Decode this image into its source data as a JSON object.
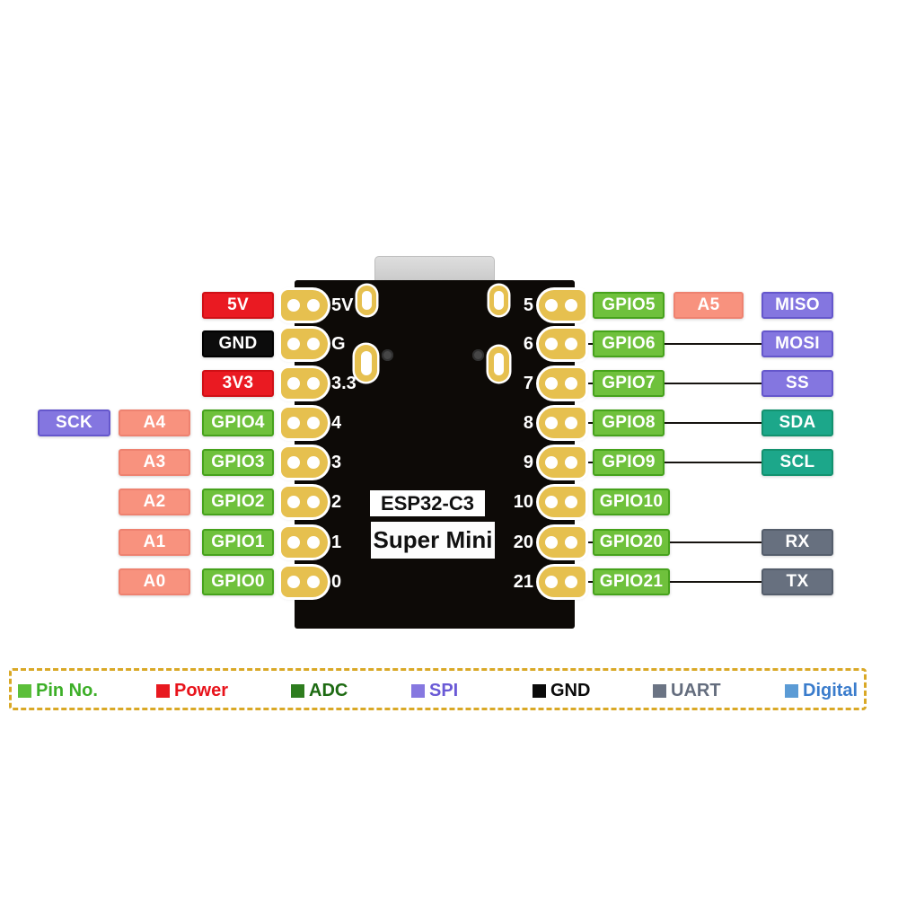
{
  "board": {
    "model": "ESP32-C3",
    "variant": "Super Mini"
  },
  "left_rows": [
    {
      "silk": "5V",
      "label": "5V",
      "type": "power"
    },
    {
      "silk": "G",
      "label": "GND",
      "type": "gnd"
    },
    {
      "silk": "3.3",
      "label": "3V3",
      "type": "power"
    },
    {
      "silk": "4",
      "label": "GPIO4",
      "type": "gpio",
      "analog": "A4",
      "bus": "SCK",
      "bus_type": "spi"
    },
    {
      "silk": "3",
      "label": "GPIO3",
      "type": "gpio",
      "analog": "A3"
    },
    {
      "silk": "2",
      "label": "GPIO2",
      "type": "gpio",
      "analog": "A2"
    },
    {
      "silk": "1",
      "label": "GPIO1",
      "type": "gpio",
      "analog": "A1"
    },
    {
      "silk": "0",
      "label": "GPIO0",
      "type": "gpio",
      "analog": "A0"
    }
  ],
  "right_rows": [
    {
      "silk": "5",
      "label": "GPIO5",
      "analog": "A5",
      "bus": "MISO",
      "bus_type": "spi",
      "wire": false
    },
    {
      "silk": "6",
      "label": "GPIO6",
      "bus": "MOSI",
      "bus_type": "spi",
      "wire": true
    },
    {
      "silk": "7",
      "label": "GPIO7",
      "bus": "SS",
      "bus_type": "spi",
      "wire": true
    },
    {
      "silk": "8",
      "label": "GPIO8",
      "bus": "SDA",
      "bus_type": "i2c",
      "wire": true
    },
    {
      "silk": "9",
      "label": "GPIO9",
      "bus": "SCL",
      "bus_type": "i2c",
      "wire": true
    },
    {
      "silk": "10",
      "label": "GPIO10",
      "wire": false
    },
    {
      "silk": "20",
      "label": "GPIO20",
      "bus": "RX",
      "bus_type": "uart",
      "wire": true
    },
    {
      "silk": "21",
      "label": "GPIO21",
      "bus": "TX",
      "bus_type": "uart",
      "wire": true
    }
  ],
  "legend": {
    "border_color": "#d9a826",
    "items": [
      {
        "label": "Pin No.",
        "text_color": "#3daf28",
        "swatch_color": "#5cbf3a"
      },
      {
        "label": "Power",
        "text_color": "#e8131b",
        "swatch_color": "#e8191f"
      },
      {
        "label": "ADC",
        "text_color": "#1d6a12",
        "swatch_color": "#2e7d1f"
      },
      {
        "label": "SPI",
        "text_color": "#6a5ad6",
        "swatch_color": "#8678e0"
      },
      {
        "label": "GND",
        "text_color": "#0a0a0a",
        "swatch_color": "#0a0a0a"
      },
      {
        "label": "UART",
        "text_color": "#646d7e",
        "swatch_color": "#6b7484"
      },
      {
        "label": "Digital",
        "text_color": "#3a7ccc",
        "swatch_color": "#5b9bd5"
      }
    ]
  },
  "colors": {
    "gpio_green": "#6fc13c",
    "power_red": "#ea1a22",
    "gnd_black": "#0c0c0c",
    "analog_salmon": "#f8927e",
    "spi_purple": "#8476e0",
    "i2c_teal": "#1ca78a",
    "uart_gray": "#67707f",
    "pad_gold": "#e6c04f",
    "board_black": "#0d0a07",
    "usb_gray": "#d2d2d2"
  }
}
